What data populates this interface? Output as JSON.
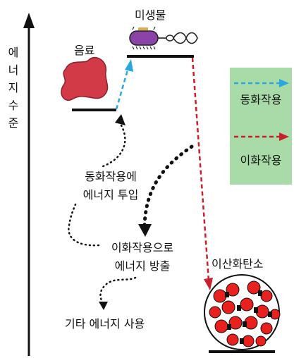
{
  "axis": {
    "label": "에너지수준"
  },
  "labels": {
    "food": "음료",
    "microbe": "미생물",
    "co2": "이산화탄소",
    "anabolism_input": [
      "동화작용에",
      "에너지 투입"
    ],
    "catabolism_release": [
      "이화작용으로",
      "에너지 방출"
    ],
    "other_use": "기타 에너지 사용"
  },
  "legend": {
    "items": [
      {
        "label": "동화작용",
        "color": "#29a8df",
        "style": "dashed"
      },
      {
        "label": "이화작용",
        "color": "#c8202c",
        "style": "dashed"
      }
    ]
  },
  "colors": {
    "food_blob": "#d23a48",
    "anabolism_arrow": "#29a8df",
    "catabolism_arrow": "#c8202c",
    "legend_bg": "#a8dba8",
    "microbe_body": "#8a44a8",
    "co2_atoms": "#e8201e"
  },
  "icons": {
    "food": "food-blob-icon",
    "microbe": "bacterium-icon",
    "co2": "carbon-dioxide-molecules-icon"
  }
}
